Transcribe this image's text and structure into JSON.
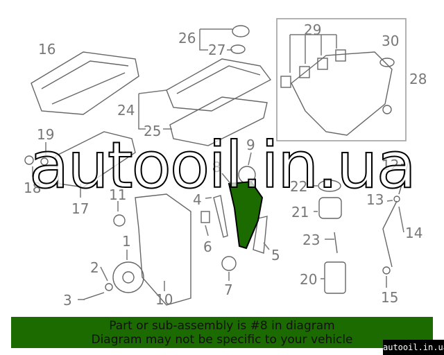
{
  "diagram": {
    "highlight_color": "#1c6b00",
    "highlighted_part": "8",
    "labels": [
      "16",
      "26",
      "27",
      "29",
      "30",
      "28",
      "24",
      "25",
      "19",
      "18",
      "17",
      "11",
      "9",
      "8",
      "22",
      "12",
      "13",
      "21",
      "14",
      "4",
      "6",
      "5",
      "1",
      "2",
      "3",
      "7",
      "10",
      "23",
      "20",
      "15"
    ]
  },
  "banner": {
    "line1": "Part or sub-assembly is #8 in diagram",
    "line2": "Diagram may not be specific to your vehicle"
  },
  "watermark": {
    "corner": "autooil.in.ua",
    "overlay": "autooil.in.ua"
  }
}
